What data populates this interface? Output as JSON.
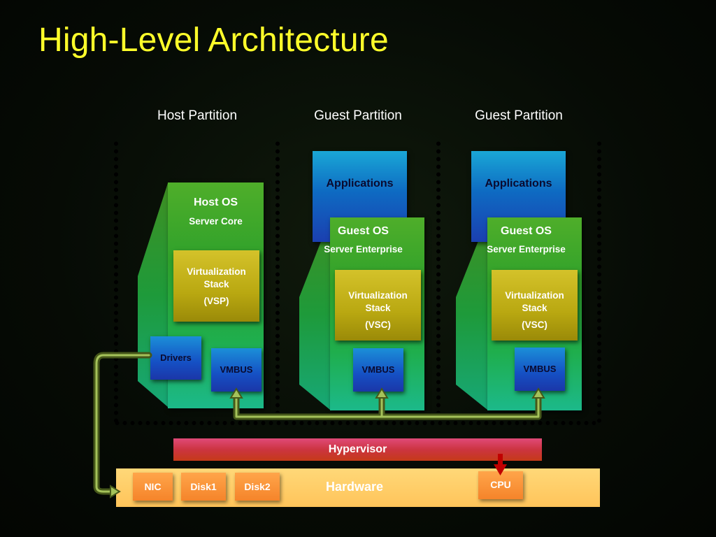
{
  "title": "High-Level Architecture",
  "partitions": {
    "host_label": "Host Partition",
    "guest1_label": "Guest Partition",
    "guest2_label": "Guest Partition"
  },
  "host": {
    "os_title": "Host OS",
    "os_sub": "Server Core",
    "vstack_line1": "Virtualization",
    "vstack_line2": "Stack",
    "vstack_line3": "(VSP)",
    "drivers": "Drivers",
    "vmbus": "VMBUS"
  },
  "guest1": {
    "apps": "Applications",
    "os_title": "Guest OS",
    "os_sub": "Server Enterprise",
    "vstack_line1": "Virtualization",
    "vstack_line2": "Stack",
    "vstack_line3": "(VSC)",
    "vmbus": "VMBUS"
  },
  "guest2": {
    "apps": "Applications",
    "os_title": "Guest OS",
    "os_sub": "Server Enterprise",
    "vstack_line1": "Virtualization",
    "vstack_line2": "Stack",
    "vstack_line3": "(VSC)",
    "vmbus": "VMBUS"
  },
  "hypervisor": "Hypervisor",
  "hardware": {
    "label": "Hardware",
    "devices": [
      "NIC",
      "Disk1",
      "Disk2",
      "CPU"
    ]
  },
  "colors": {
    "title": "#ffff2a",
    "connector": "#6f8a2a",
    "cpu_arrow": "#c00000"
  }
}
